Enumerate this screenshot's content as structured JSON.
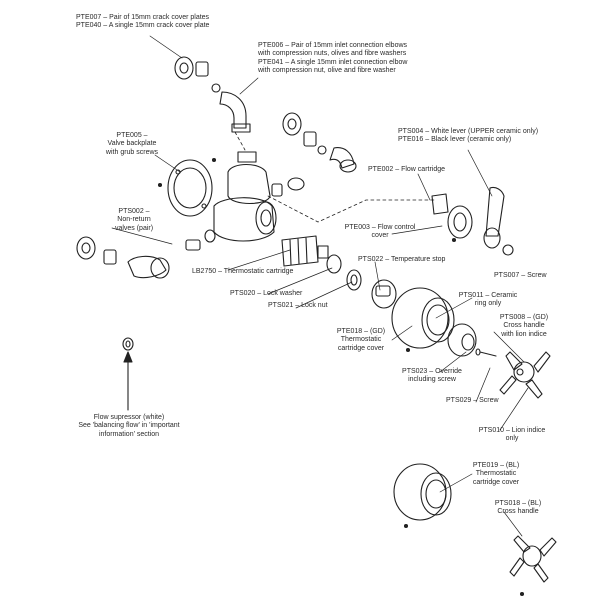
{
  "parts": {
    "pte007": {
      "lines": [
        "PTE007 – Pair of 15mm crack cover plates",
        "PTE040 – A single 15mm crack cover plate"
      ]
    },
    "pte006": {
      "lines": [
        "PTE006 – Pair of 15mm inlet connection elbows",
        "with compression nuts, olives and fibre washers",
        "PTE041 – A single 15mm inlet connection elbow",
        "with compression nut, olive and fibre washer"
      ]
    },
    "pte005": {
      "lines": [
        "PTE005 –",
        "Valve backplate",
        "with grub screws"
      ]
    },
    "pts004": {
      "lines": [
        "PTS004 – White lever (UPPER ceramic only)",
        "PTE016 – Black lever (ceramic only)"
      ]
    },
    "pte002": {
      "lines": [
        "PTE002 – Flow cartridge"
      ]
    },
    "pte003": {
      "lines": [
        "PTE003 – Flow control",
        "cover"
      ]
    },
    "pts002": {
      "lines": [
        "PTS002 –",
        "Non-return",
        "valves (pair)"
      ]
    },
    "lb2750": {
      "lines": [
        "LB2750 – Thermostatic cartridge"
      ]
    },
    "pts022": {
      "lines": [
        "PTS022 – Temperature stop"
      ]
    },
    "pts007": {
      "lines": [
        "PTS007 – Screw"
      ]
    },
    "pts020": {
      "lines": [
        "PTS020 – Lock washer"
      ]
    },
    "pts021": {
      "lines": [
        "PTS021 – Lock nut"
      ]
    },
    "pts011": {
      "lines": [
        "PTS011 – Ceramic",
        "ring only"
      ]
    },
    "pte018": {
      "lines": [
        "PTE018 – (GD)",
        "Thermostatic",
        "cartridge cover"
      ]
    },
    "pts008": {
      "lines": [
        "PTS008 – (GD)",
        "Cross handle",
        "with lion indice"
      ]
    },
    "pts023": {
      "lines": [
        "PTS023 – Override",
        "including screw"
      ]
    },
    "pts029": {
      "lines": [
        "PTS029 – Screw"
      ]
    },
    "pts010": {
      "lines": [
        "PTS010 – Lion indice",
        "only"
      ]
    },
    "flow_sup": {
      "lines": [
        "Flow supressor (white)",
        "See 'balancing flow' in 'important",
        "information' section"
      ]
    },
    "pte019": {
      "lines": [
        "PTE019 – (BL)",
        "Thermostatic",
        "cartridge cover"
      ]
    },
    "pts018": {
      "lines": [
        "PTS018 – (BL)",
        "Cross handle"
      ]
    }
  }
}
